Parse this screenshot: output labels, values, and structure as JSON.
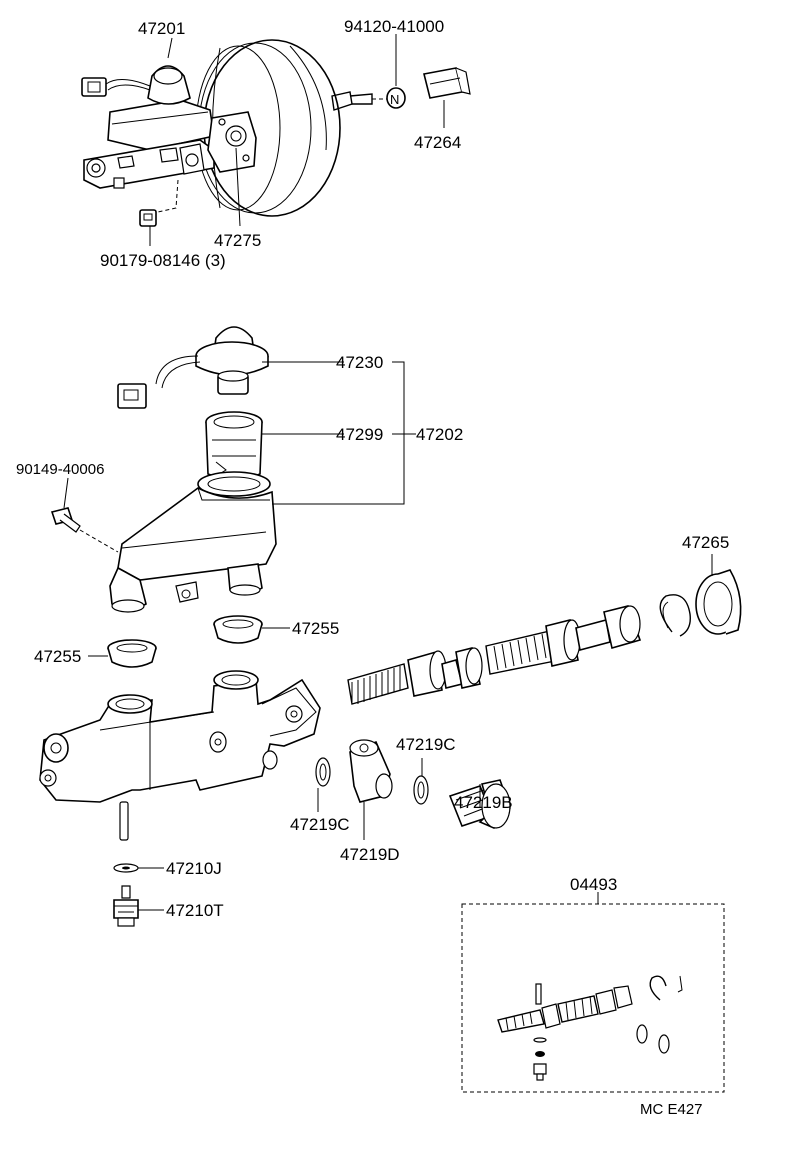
{
  "labels": {
    "p47201": "47201",
    "p94120": "94120-41000",
    "p47264": "47264",
    "p47275": "47275",
    "p90179": "90179-08146 (3)",
    "p47230": "47230",
    "p47299": "47299",
    "p47202": "47202",
    "p90149": "90149-40006",
    "p47265": "47265",
    "p47255a": "47255",
    "p47255b": "47255",
    "p47219c_top": "47219C",
    "p47219b": "47219B",
    "p47219c_left": "47219C",
    "p47219d": "47219D",
    "p47210j": "47210J",
    "p47210t": "47210T",
    "p04493": "04493",
    "nut_mark": "N",
    "code": "MC E427"
  }
}
